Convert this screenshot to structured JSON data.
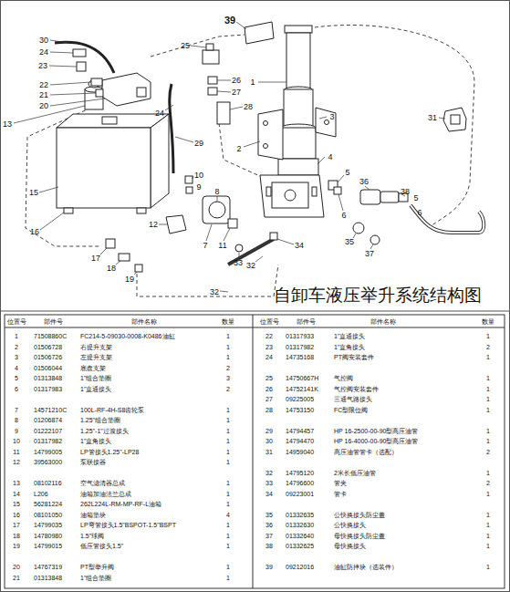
{
  "diagram": {
    "title": "自卸车液压举升系统结构图",
    "labels": [
      "39",
      "30",
      "24",
      "23",
      "25",
      "1",
      "26",
      "27",
      "22",
      "21",
      "20",
      "24",
      "28",
      "3",
      "31",
      "13",
      "2",
      "29",
      "4",
      "10",
      "5",
      "36",
      "9",
      "8",
      "38",
      "5",
      "15",
      "6",
      "6",
      "12",
      "16",
      "7",
      "11",
      "34",
      "35",
      "37",
      "17",
      "18",
      "33",
      "32",
      "19",
      "32",
      "位置号",
      "部件号",
      "部件名称",
      "数量",
      "位置号",
      "部件号",
      "部件名称",
      "数量",
      "1",
      "71508860C",
      "FC214-5-09030-0008-K0486油缸",
      "1",
      "2",
      "01506728",
      "右提升支架",
      "1",
      "3",
      "01506726",
      "左提升支架",
      "1",
      "4",
      "01506044",
      "底盘支架",
      "2",
      "5",
      "01313848",
      "1\"组合垫圈",
      "3",
      "6",
      "01317983",
      "1\"直通接头",
      "2",
      "7",
      "14571210C",
      "100L-RF-4H-S8齿轮泵",
      "1",
      "8",
      "01206874",
      "1.25\"组合垫圈",
      "1",
      "9",
      "01222107",
      "1.25\"-1\"过渡接头",
      "1",
      "10",
      "01317982",
      "1\"直角接头",
      "1",
      "11",
      "14799005",
      "LP管接头1.25\"-LP28",
      "1",
      "12",
      "39563000",
      "泵联接器",
      "1",
      "13",
      "08102116",
      "空气滤清器总成",
      "1",
      "14",
      "L206",
      "油箱加油法兰总成",
      "1",
      "15",
      "56281224",
      "262L224L-RM-MP-RF-L油箱",
      "1",
      "16",
      "08101050",
      "油箱垫块",
      "4",
      "17",
      "14799035",
      "LP弯管接头1.5\"BSPOT-1.5\"BSPT",
      "1",
      "18",
      "14780980",
      "1.5\"球阀",
      "1",
      "19",
      "14799015",
      "低压管接头1.5\"",
      "1",
      "20",
      "14767319",
      "PT型举升阀",
      "1",
      "21",
      "01313848",
      "1\"组合垫圈",
      "1",
      "22",
      "01317933",
      "1\"直通接头",
      "1",
      "23",
      "01317982",
      "1\"直角接头",
      "2",
      "24",
      "14735168",
      "PT阀安装套件",
      "1",
      "25",
      "14750667H",
      "气控阀",
      "1",
      "26",
      "14752141K",
      "气控阀安装套件",
      "1",
      "27",
      "09225005",
      "三通气路接头",
      "1",
      "28",
      "14753150",
      "FC型限位阀",
      "1",
      "29",
      "14794457",
      "HP 16-2500-00-90型高压油管",
      "1",
      "30",
      "14794470",
      "HP 16-4000-00-90型高压油管",
      "1",
      "31",
      "14959040",
      "高压油管管卡（选配）",
      "2",
      "32",
      "14795120",
      "2米长低压油管",
      "1",
      "33",
      "14796600",
      "管夹",
      "2",
      "34",
      "09223001",
      "管卡",
      "1",
      "35",
      "01332635",
      "公快换接头防尘盖",
      "1",
      "36",
      "01332630",
      "公快换接头",
      "1",
      "37",
      "01332640",
      "母快换接头防尘盖",
      "1",
      "38",
      "01332625",
      "母快换接头",
      "1",
      "39",
      "09212016",
      "油缸防摔块（选装件）",
      "1"
    ]
  }
}
